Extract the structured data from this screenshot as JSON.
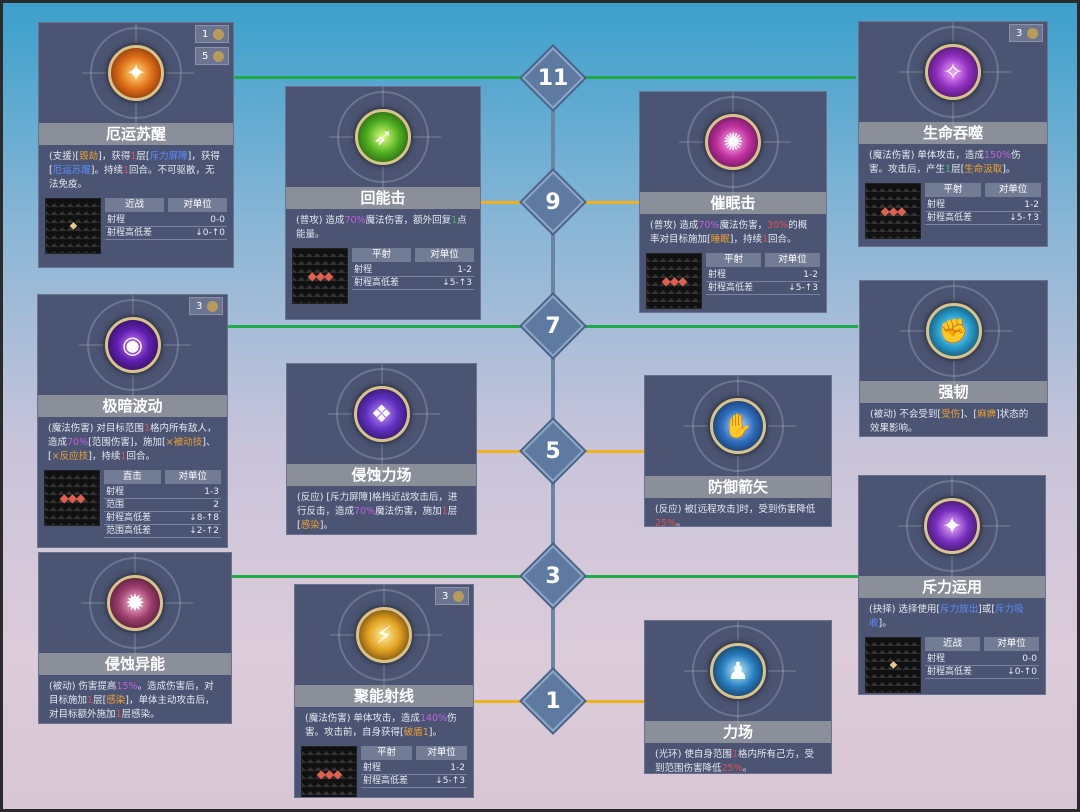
{
  "tiers": [
    "11",
    "9",
    "7",
    "5",
    "3",
    "1"
  ],
  "cards": {
    "eyun": {
      "name": "厄运苏醒",
      "badges": [
        "1",
        "5"
      ],
      "desc": [
        "(支援)[",
        "毁劫",
        "]，获得",
        "1",
        "层[",
        "斥力屏障",
        "]，获得[",
        "厄运苏醒",
        "]。持续",
        "1",
        "回合。不可驱散，无法免疫。"
      ],
      "head": [
        "近战",
        "对单位"
      ],
      "rows": [
        [
          "射程",
          "0-0"
        ],
        [
          "射程高低差",
          "↓0-↑0"
        ]
      ]
    },
    "huineng": {
      "name": "回能击",
      "desc": [
        "(普攻) 造成",
        "70%",
        "魔法伤害，额外回复",
        "1",
        "点能量。"
      ],
      "head": [
        "平射",
        "对单位"
      ],
      "rows": [
        [
          "射程",
          "1-2"
        ],
        [
          "射程高低差",
          "↓5-↑3"
        ]
      ]
    },
    "cuimian": {
      "name": "催眠击",
      "desc": [
        "(普攻) 造成",
        "70%",
        "魔法伤害，",
        "30%",
        "的概率对目标施加[",
        "睡眠",
        "]，持续",
        "1",
        "回合。"
      ],
      "head": [
        "平射",
        "对单位"
      ],
      "rows": [
        [
          "射程",
          "1-2"
        ],
        [
          "射程高低差",
          "↓5-↑3"
        ]
      ]
    },
    "shengming": {
      "name": "生命吞噬",
      "badges": [
        "3"
      ],
      "desc": [
        "(魔法伤害) 单体攻击，造成",
        "150%",
        "伤害。攻击后，产生",
        "1",
        "层[",
        "生命汲取",
        "]。"
      ],
      "head": [
        "平射",
        "对单位"
      ],
      "rows": [
        [
          "射程",
          "1-2"
        ],
        [
          "射程高低差",
          "↓5-↑3"
        ]
      ]
    },
    "jian": {
      "name": "极暗波动",
      "badges": [
        "3"
      ],
      "desc": [
        "(魔法伤害) 对目标范围",
        "1",
        "格内所有敌人，造成",
        "70%",
        "[范围伤害]，施加[",
        "×被动技",
        "]、[",
        "×反应技",
        "]，持续",
        "1",
        "回合。"
      ],
      "head": [
        "直击",
        "对单位"
      ],
      "rows": [
        [
          "射程",
          "1-3"
        ],
        [
          "范围",
          "2"
        ],
        [
          "射程高低差",
          "↓8-↑8"
        ],
        [
          "范围高低差",
          "↓2-↑2"
        ]
      ]
    },
    "qingshi": {
      "name": "侵蚀力场",
      "desc": [
        "(反应) [斥力屏障]格挡近战攻击后，进行反击，造成",
        "70%",
        "魔法伤害，施加",
        "1",
        "层[",
        "感染",
        "]。"
      ]
    },
    "fangyu": {
      "name": "防御箭矢",
      "desc": [
        "(反应) 被[远程攻击]时，受到伤害降低",
        "25%",
        "。"
      ]
    },
    "qiangren": {
      "name": "强韧",
      "desc": [
        "(被动) 不会受到[",
        "受伤",
        "]、[",
        "麻痹",
        "]状态的效果影响。"
      ]
    },
    "yineng": {
      "name": "侵蚀异能",
      "desc": [
        "(被动) 伤害提高",
        "15%",
        "。造成伤害后，对目标施加",
        "1",
        "层[",
        "感染",
        "]，单体主动攻击后，对目标额外施加",
        "1",
        "层感染。"
      ]
    },
    "juneng": {
      "name": "聚能射线",
      "badges": [
        "3"
      ],
      "desc": [
        "(魔法伤害) 单体攻击，造成",
        "140%",
        "伤害。攻击前，自身获得[",
        "破盾1",
        "]。"
      ],
      "head": [
        "平射",
        "对单位"
      ],
      "rows": [
        [
          "射程",
          "1-2"
        ],
        [
          "射程高低差",
          "↓5-↑3"
        ]
      ]
    },
    "chili": {
      "name": "斥力运用",
      "desc": [
        "(抉择) 选择使用[",
        "斥力放出",
        "]或[",
        "斥力吸收",
        "]。"
      ],
      "head": [
        "近战",
        "对单位"
      ],
      "rows": [
        [
          "射程",
          "0-0"
        ],
        [
          "射程高低差",
          "↓0-↑0"
        ]
      ]
    },
    "lichang": {
      "name": "力场",
      "desc": [
        "(光环) 使自身范围",
        "1",
        "格内所有己方，受到范围伤害降低",
        "25%",
        "。"
      ]
    }
  },
  "colors": {
    "green_line": "#1faa4a",
    "yellow_line": "#f0b020",
    "card_bg": "#4b5472",
    "title_bg": "#8a8f9a"
  },
  "icons": [
    "fire-figure-icon",
    "green-slash-icon",
    "pink-spiral-icon",
    "purple-claw-icon",
    "dark-vortex-icon",
    "purple-rune-icon",
    "arrow-shield-icon",
    "cyan-fist-icon",
    "pink-spike-icon",
    "golden-beam-icon",
    "purple-star-icon",
    "blue-figure-icon"
  ]
}
